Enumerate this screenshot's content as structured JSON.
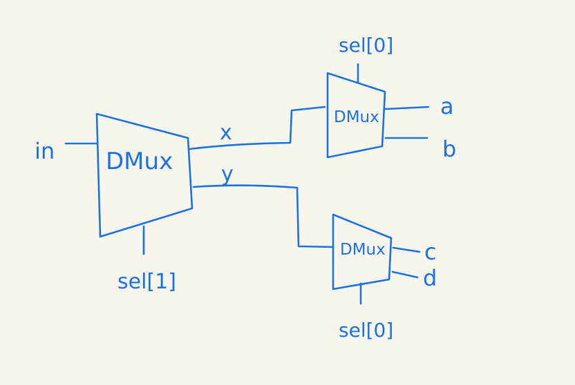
{
  "diagram": {
    "ink_color": "#1a72e0",
    "background": "#f8f6ec",
    "blocks": [
      {
        "id": "dmux_main",
        "label": "DMux",
        "select": "sel[1]"
      },
      {
        "id": "dmux_top",
        "label": "DMux",
        "select": "sel[0]"
      },
      {
        "id": "dmux_bottom",
        "label": "DMux",
        "select": "sel[0]"
      }
    ],
    "signals": {
      "input": "in",
      "x": "x",
      "y": "y",
      "a": "a",
      "b": "b",
      "c": "c",
      "d": "d"
    }
  }
}
